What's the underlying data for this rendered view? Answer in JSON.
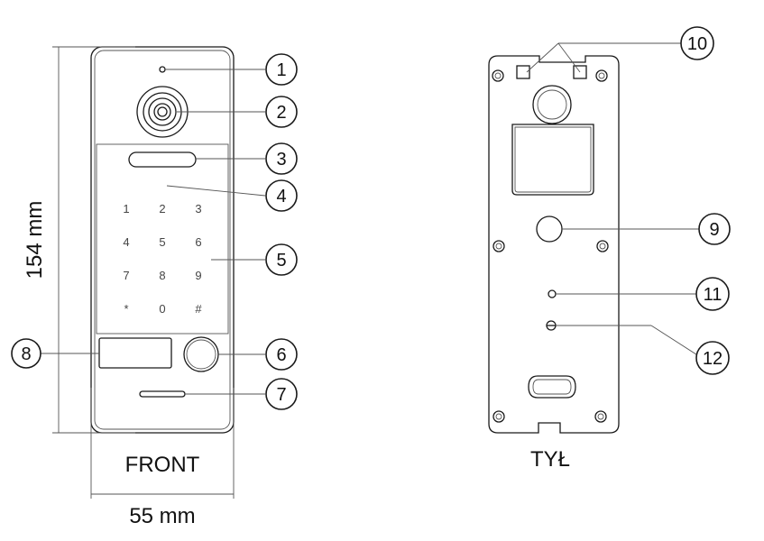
{
  "dimensions": {
    "height": "154 mm",
    "width": "55 mm"
  },
  "views": {
    "front": "FRONT",
    "back": "TYŁ"
  },
  "keypad": [
    "1",
    "2",
    "3",
    "4",
    "5",
    "6",
    "7",
    "8",
    "9",
    "*",
    "0",
    "#"
  ],
  "callouts": [
    "1",
    "2",
    "3",
    "4",
    "5",
    "6",
    "7",
    "8",
    "9",
    "10",
    "11",
    "12"
  ]
}
